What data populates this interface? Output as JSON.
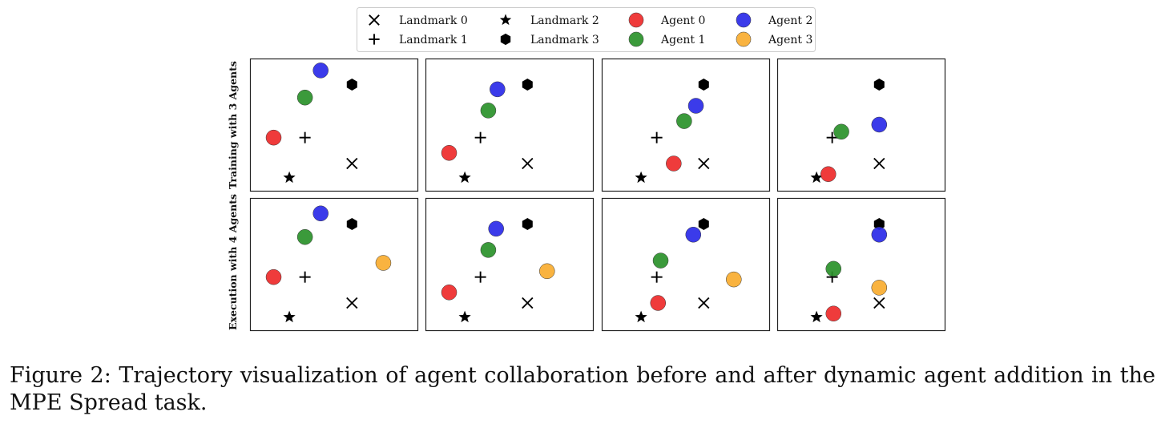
{
  "caption": "Figure 2: Trajectory visualization of agent collaboration before and after dynamic agent addition in the MPE Spread task.",
  "row_labels": [
    "Training with 3 Agents",
    "Execution with 4 Agents"
  ],
  "legend": [
    {
      "label": "Landmark 0",
      "marker": "x",
      "color": "#000000"
    },
    {
      "label": "Landmark 1",
      "marker": "plus",
      "color": "#000000"
    },
    {
      "label": "Landmark 2",
      "marker": "star",
      "color": "#000000"
    },
    {
      "label": "Landmark 3",
      "marker": "hexagon",
      "color": "#000000"
    },
    {
      "label": "Agent 0",
      "marker": "circle",
      "color": "#ee2a2a"
    },
    {
      "label": "Agent 1",
      "marker": "circle",
      "color": "#2a912a"
    },
    {
      "label": "Agent 2",
      "marker": "circle",
      "color": "#2a2ae8"
    },
    {
      "label": "Agent 3",
      "marker": "circle",
      "color": "#f8ac30"
    }
  ],
  "chart_data": {
    "type": "scatter",
    "grid": false,
    "axes_ticks": false,
    "landmarks": [
      {
        "name": "Landmark 0",
        "marker": "x",
        "x": 0.64,
        "y": 0.17
      },
      {
        "name": "Landmark 1",
        "marker": "plus",
        "x": 0.28,
        "y": 0.39
      },
      {
        "name": "Landmark 2",
        "marker": "star",
        "x": 0.16,
        "y": 0.05
      },
      {
        "name": "Landmark 3",
        "marker": "hexagon",
        "x": 0.64,
        "y": 0.84
      }
    ],
    "panels": [
      {
        "row": 0,
        "col": 0,
        "agents": [
          {
            "name": "Agent 0",
            "x": 0.04,
            "y": 0.39
          },
          {
            "name": "Agent 1",
            "x": 0.28,
            "y": 0.73
          },
          {
            "name": "Agent 2",
            "x": 0.4,
            "y": 0.96
          }
        ]
      },
      {
        "row": 0,
        "col": 1,
        "agents": [
          {
            "name": "Agent 0",
            "x": 0.04,
            "y": 0.26
          },
          {
            "name": "Agent 1",
            "x": 0.34,
            "y": 0.62
          },
          {
            "name": "Agent 2",
            "x": 0.41,
            "y": 0.8
          }
        ]
      },
      {
        "row": 0,
        "col": 2,
        "agents": [
          {
            "name": "Agent 0",
            "x": 0.41,
            "y": 0.17
          },
          {
            "name": "Agent 1",
            "x": 0.49,
            "y": 0.53
          },
          {
            "name": "Agent 2",
            "x": 0.58,
            "y": 0.66
          }
        ]
      },
      {
        "row": 0,
        "col": 3,
        "agents": [
          {
            "name": "Agent 0",
            "x": 0.25,
            "y": 0.08
          },
          {
            "name": "Agent 1",
            "x": 0.35,
            "y": 0.44
          },
          {
            "name": "Agent 2",
            "x": 0.64,
            "y": 0.5
          }
        ]
      },
      {
        "row": 1,
        "col": 0,
        "agents": [
          {
            "name": "Agent 0",
            "x": 0.04,
            "y": 0.39
          },
          {
            "name": "Agent 1",
            "x": 0.28,
            "y": 0.73
          },
          {
            "name": "Agent 2",
            "x": 0.4,
            "y": 0.93
          },
          {
            "name": "Agent 3",
            "x": 0.88,
            "y": 0.51
          }
        ]
      },
      {
        "row": 1,
        "col": 1,
        "agents": [
          {
            "name": "Agent 0",
            "x": 0.04,
            "y": 0.26
          },
          {
            "name": "Agent 1",
            "x": 0.34,
            "y": 0.62
          },
          {
            "name": "Agent 2",
            "x": 0.4,
            "y": 0.8
          },
          {
            "name": "Agent 3",
            "x": 0.79,
            "y": 0.44
          }
        ]
      },
      {
        "row": 1,
        "col": 2,
        "agents": [
          {
            "name": "Agent 0",
            "x": 0.29,
            "y": 0.17
          },
          {
            "name": "Agent 1",
            "x": 0.31,
            "y": 0.53
          },
          {
            "name": "Agent 2",
            "x": 0.56,
            "y": 0.75
          },
          {
            "name": "Agent 3",
            "x": 0.87,
            "y": 0.37
          }
        ]
      },
      {
        "row": 1,
        "col": 3,
        "agents": [
          {
            "name": "Agent 0",
            "x": 0.29,
            "y": 0.08
          },
          {
            "name": "Agent 1",
            "x": 0.29,
            "y": 0.46
          },
          {
            "name": "Agent 2",
            "x": 0.64,
            "y": 0.75
          },
          {
            "name": "Agent 3",
            "x": 0.64,
            "y": 0.3
          }
        ]
      }
    ]
  }
}
